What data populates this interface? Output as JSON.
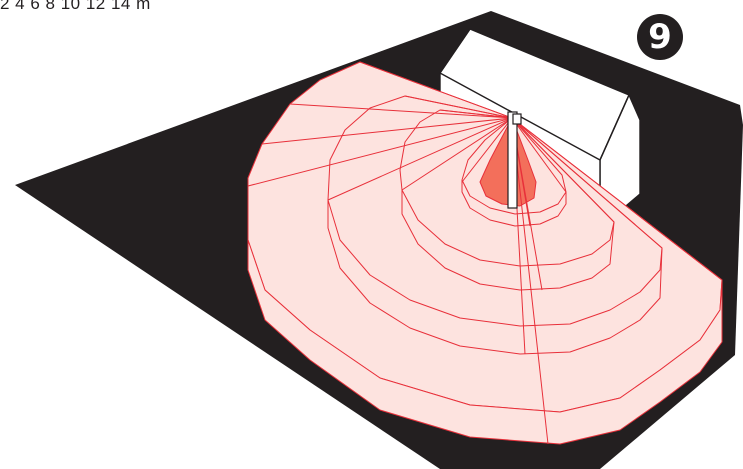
{
  "scale_caption": "2 4 6 8 10 12 14 m",
  "step_badge": "9",
  "colors": {
    "ground": "#231f20",
    "zone_fill": "#fde3df",
    "zone_stroke": "#e8303a",
    "near_zone_fill": "#f36f5b",
    "building_fill": "#ffffff",
    "building_stroke": "#231f20"
  },
  "icons": {
    "step_badge": "circled-number-nine",
    "house": "house-outline",
    "sensor": "motion-detector"
  }
}
